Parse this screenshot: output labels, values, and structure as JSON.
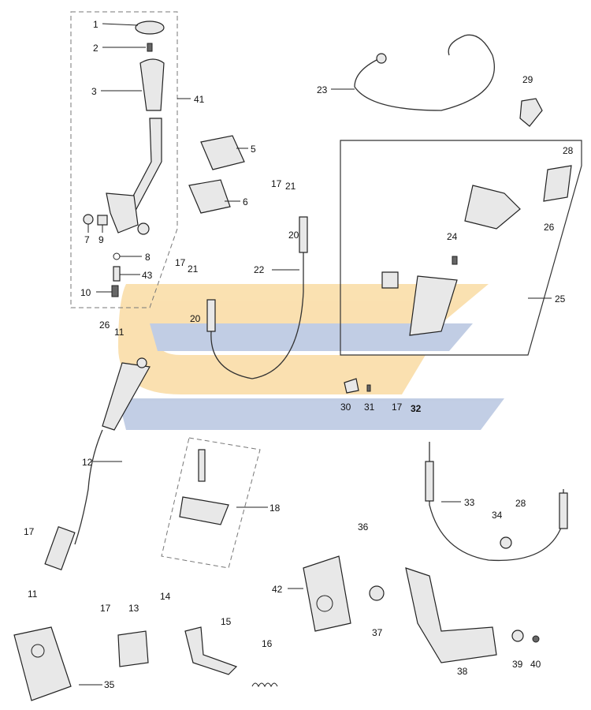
{
  "watermark": {
    "primary_color": "#f6c871",
    "secondary_color": "#8fa6cf"
  },
  "labels": [
    "1",
    "2",
    "3",
    "41",
    "5",
    "6",
    "7",
    "9",
    "8",
    "43",
    "10",
    "17",
    "21",
    "20",
    "22",
    "23",
    "29",
    "28",
    "26",
    "24",
    "25",
    "26",
    "11",
    "12",
    "30",
    "31",
    "17",
    "32",
    "33",
    "28",
    "34",
    "36",
    "42",
    "37",
    "38",
    "39",
    "40",
    "18",
    "17",
    "11",
    "17",
    "13",
    "14",
    "15",
    "16",
    "35",
    "17",
    "21",
    "20"
  ]
}
